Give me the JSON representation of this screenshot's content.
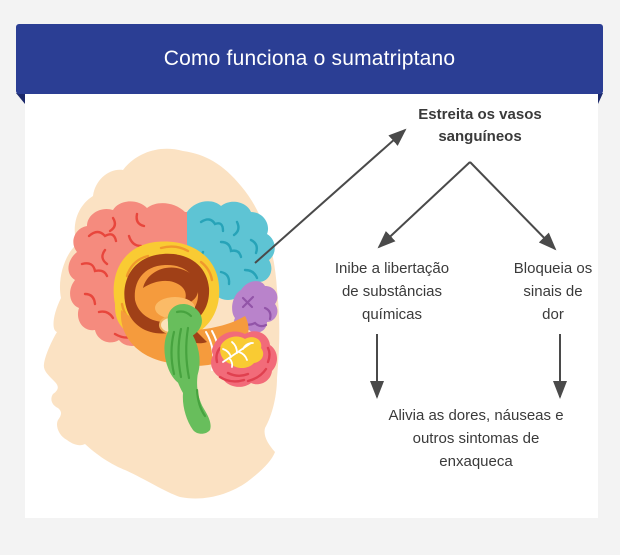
{
  "banner": {
    "title": "Como funciona o sumatriptano"
  },
  "flow": {
    "node_constrict": "Estreita os vasos\nsanguíneos",
    "node_inhibit": "Inibe a libertação\nde substâncias\nquímicas",
    "node_block": "Bloqueia os\nsinais de\ndor",
    "node_relief": "Alivia as dores, náuseas e\noutros sintomas de\nenxaqueca"
  },
  "illustration": {
    "description": "head-profile-with-brain-cross-section"
  },
  "colors": {
    "page_bg": "#F3F3F3",
    "card_bg": "#FFFFFF",
    "banner_bg": "#2B3E94",
    "banner_fold": "#1C296B",
    "banner_text": "#FFFFFF",
    "flow_text": "#3A3A3A",
    "arrow": "#4A4A4A",
    "skin": "#FBE2C3",
    "frontal_lobe": "#F58B7E",
    "frontal_lines": "#E8463C",
    "parietal_lobe": "#5EC4D4",
    "parietal_lines": "#27A3B8",
    "occipital_lobe": "#B983CB",
    "occipital_lines": "#9254A8",
    "corpus_callosum": "#F9CB33",
    "inner_brain": "#A04017",
    "midbrain_orange": "#F59B3D",
    "brainstem_green": "#68BE5C",
    "cerebellum_pink": "#F26B79"
  }
}
